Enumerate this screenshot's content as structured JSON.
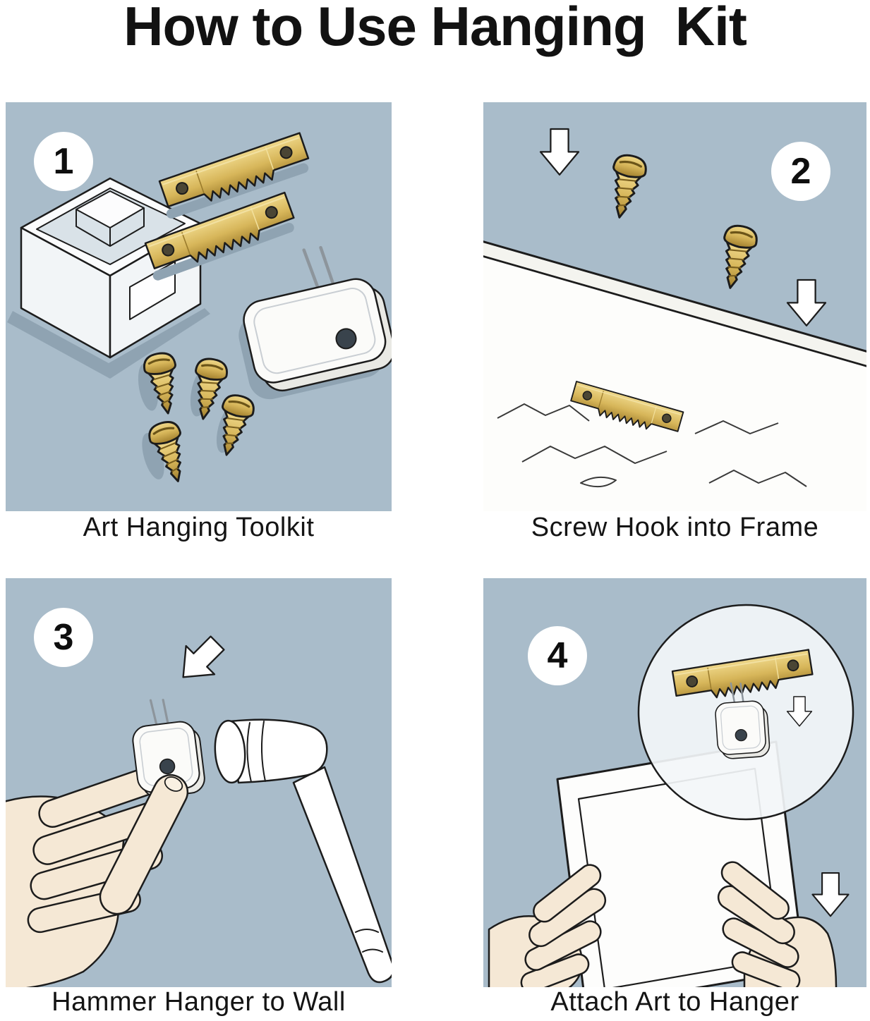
{
  "title": "How to Use Hanging  Kit",
  "steps": [
    {
      "number": "1",
      "caption": "Art Hanging Toolkit",
      "scene": "storage-case, two sawtooth-hangers, four screws, nail-in wall-hook"
    },
    {
      "number": "2",
      "caption": "Screw Hook into Frame",
      "scene": "sawtooth-hanger on wooden frame board, two screws, two down-arrows"
    },
    {
      "number": "3",
      "caption": "Hammer Hanger to Wall",
      "scene": "hand holding wall-hook against wall, hammer, down-left arrow"
    },
    {
      "number": "4",
      "caption": "Attach Art to Hanger",
      "scene": "hands lowering framed art, magnified detail of sawtooth-hanger over wall-hook, down arrows"
    }
  ],
  "colors": {
    "panel_background": "#a9bcca",
    "shadow": "#8fa3b2",
    "brass_gold": "#d7b65a",
    "skin": "#f5e8d5",
    "outline": "#1c1c1c",
    "background": "#ffffff"
  }
}
